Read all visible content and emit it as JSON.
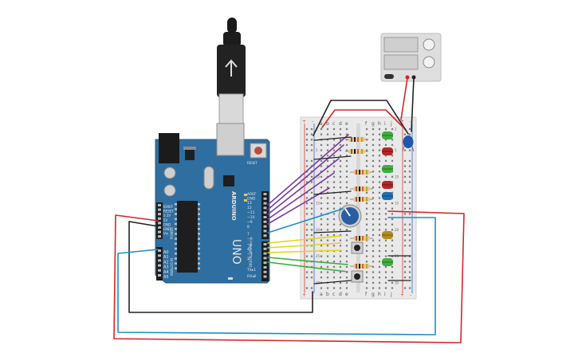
{
  "arduino": {
    "brand": "ARDUINO",
    "model": "UNO",
    "header_right_labels": [
      "AREF",
      "GND",
      "13",
      "12",
      "~11",
      "~10",
      "~9",
      "8",
      "7",
      "~6",
      "~5",
      "4",
      "~3",
      "2",
      "TX▸1",
      "RX◂0"
    ],
    "power_labels": [
      "IOREF",
      "RESET",
      "3.3V",
      "5V",
      "GND",
      "GND",
      "Vin"
    ],
    "analog_labels": [
      "A0",
      "A1",
      "A2",
      "A3",
      "A4",
      "A5"
    ],
    "power_title": "POWER",
    "analog_title": "ANALOG IN",
    "digital_title": "DIGITAL (PWM~)",
    "reset_label": "RESET",
    "colors": {
      "board": "#2f6ea0",
      "board_dark": "#25597f",
      "header": "#1d1d1d"
    }
  },
  "breadboard": {
    "column_letters_left": [
      "a",
      "b",
      "c",
      "d",
      "e"
    ],
    "column_letters_right": [
      "f",
      "g",
      "h",
      "i",
      "j"
    ],
    "row_numbers": [
      "1",
      "5",
      "10",
      "15",
      "20",
      "25",
      "30"
    ],
    "rail_plus": "+",
    "rail_minus": "-",
    "colors": {
      "body": "#e9e9e9",
      "rail_red": "#d23a3a",
      "rail_blue": "#3a62d2"
    }
  },
  "components": {
    "leds": [
      {
        "color": "#3fae3f"
      },
      {
        "color": "#b52626"
      },
      {
        "color": "#3fae3f"
      },
      {
        "color": "#b52626"
      },
      {
        "color": "#1f6fae"
      },
      {
        "color": "#b58a1f"
      },
      {
        "color": "#3fae3f"
      }
    ],
    "resistor_count": 7,
    "potentiometer_color": "#2a5ea0",
    "capacitor_color": "#1f58a8",
    "pushbutton_count": 2
  },
  "power_supply": {
    "body_color": "#dedede",
    "display_color": "#cfcfcf"
  },
  "wire_colors": {
    "red": "#d22828",
    "black": "#222222",
    "blue": "#1a8fc8",
    "purple": "#7a3aa0",
    "yellow": "#e6d21c",
    "green": "#3cad3c"
  }
}
